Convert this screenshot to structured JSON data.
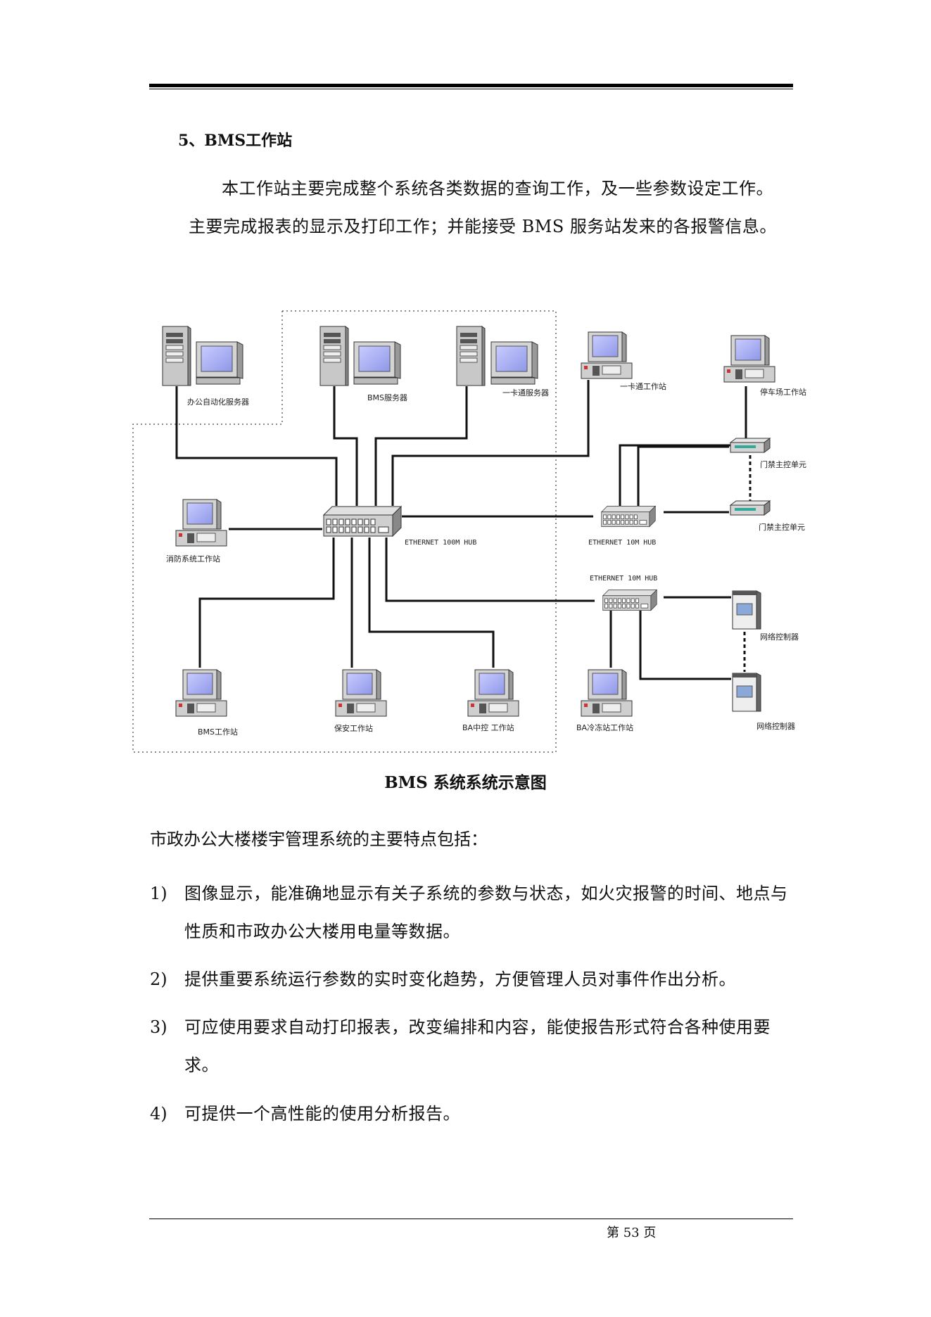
{
  "section": {
    "heading": "5、BMS工作站",
    "paragraph": "本工作站主要完成整个系统各类数据的查询工作，及一些参数设定工作。主要完成报表的显示及打印工作；并能接受 BMS 服务站发来的各报警信息。"
  },
  "diagram": {
    "caption": "BMS 系统系统示意图",
    "labels": {
      "office_server": "办公自动化服务器",
      "bms_server": "BMS服务器",
      "card_server": "一卡通服务器",
      "card_ws": "一卡通工作站",
      "parking_ws": "停车场工作站",
      "access_unit_1": "门禁主控单元",
      "access_unit_2": "门禁主控单元",
      "hub_100m": "ETHERNET 100M HUB",
      "hub_10m_a": "ETHERNET 10M HUB",
      "hub_10m_b": "ETHERNET 10M HUB",
      "fire_ws": "消防系统工作站",
      "net_ctrl_1": "网络控制器",
      "net_ctrl_2": "网络控制器",
      "bms_ws": "BMS工作站",
      "security_ws": "保安工作站",
      "ba_central_ws": "BA中控 工作站",
      "ba_chiller_ws": "BA冷冻站工作站"
    }
  },
  "features": {
    "intro": "市政办公大楼楼宇管理系统的主要特点包括：",
    "items": [
      {
        "num": "1)",
        "text": "图像显示，能准确地显示有关子系统的参数与状态，如火灾报警的时间、地点与性质和市政办公大楼用电量等数据。"
      },
      {
        "num": "2)",
        "text": "提供重要系统运行参数的实时变化趋势，方便管理人员对事件作出分析。"
      },
      {
        "num": "3)",
        "text": "可应使用要求自动打印报表，改变编排和内容，能使报告形式符合各种使用要求。"
      },
      {
        "num": "4)",
        "text": "可提供一个高性能的使用分析报告。"
      }
    ]
  },
  "footer": {
    "page": "第 53 页"
  },
  "colors": {
    "screen": "#9fa6ee",
    "case": "#d8d8d8"
  }
}
